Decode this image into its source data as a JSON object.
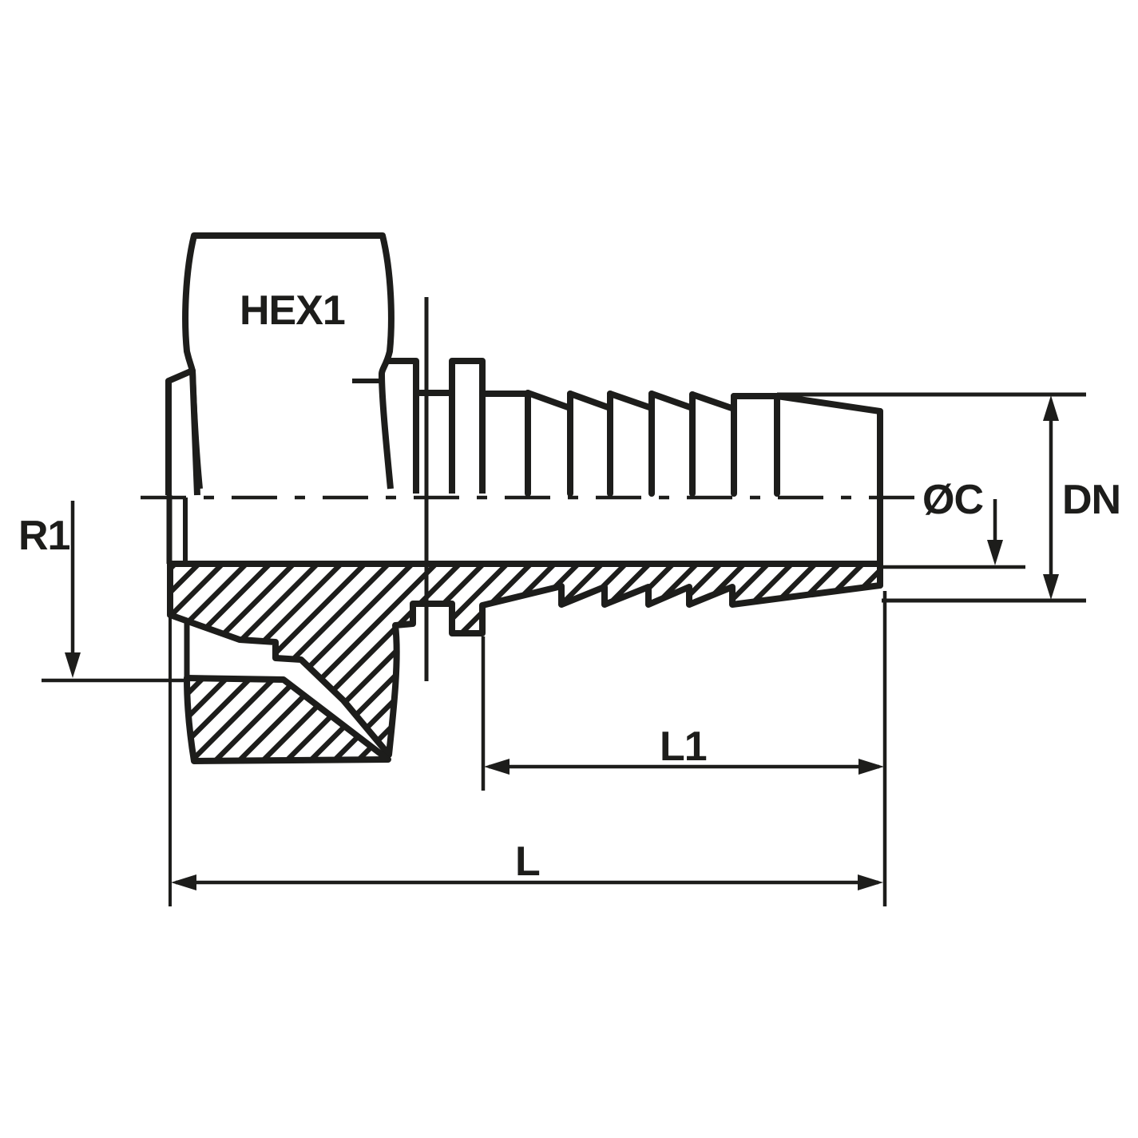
{
  "labels": {
    "hex": "HEX1",
    "radius": "R1",
    "inner_diameter": "ØC",
    "nominal_diameter": "DN",
    "tail_length": "L1",
    "overall_length": "L"
  },
  "colors": {
    "line": "#1d1d1b",
    "background": "#ffffff"
  }
}
